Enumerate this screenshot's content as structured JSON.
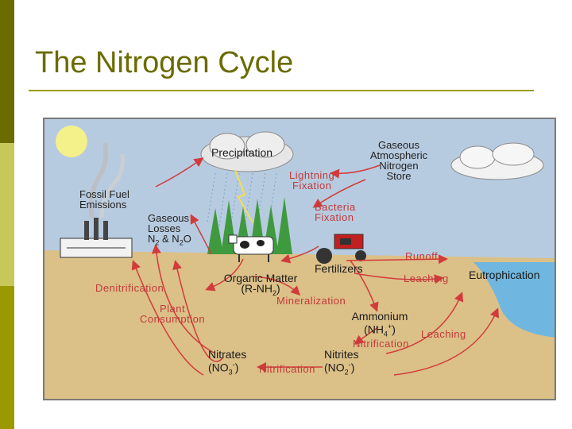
{
  "slide": {
    "title": "The Nitrogen Cycle"
  },
  "diagram": {
    "labels": {
      "precipitation": "Precipitation",
      "gaseous_store_1": "Gaseous",
      "gaseous_store_2": "Atmospheric",
      "gaseous_store_3": "Nitrogen",
      "gaseous_store_4": "Store",
      "lightning_1": "Lightning",
      "lightning_2": "Fixation",
      "bacteria_1": "Bacteria",
      "bacteria_2": "Fixation",
      "fossil_1": "Fossil Fuel",
      "fossil_2": "Emissions",
      "gaseous_losses_1": "Gaseous",
      "gaseous_losses_2": "Losses",
      "gaseous_losses_3a": "N",
      "gaseous_losses_3sub": "2",
      "gaseous_losses_3b": " & N",
      "gaseous_losses_3sub2": "2",
      "gaseous_losses_3c": "O",
      "runoff": "Runoff",
      "fertilizers": "Fertilizers",
      "leaching_1": "Leaching",
      "eutrophication": "Eutrophication",
      "denitrification": "Denitrification",
      "organic_1": "Organic Matter",
      "organic_2a": "(R-NH",
      "organic_2sub": "2",
      "organic_2b": ")",
      "mineralization": "Mineralization",
      "plant_1": "Plant",
      "plant_2": "Consumption",
      "ammonium_1": "Ammonium",
      "ammonium_2a": "(NH",
      "ammonium_2sub": "4",
      "ammonium_2sup": "+",
      "ammonium_2b": ")",
      "nitrification_1": "Nitrification",
      "leaching_2": "Leaching",
      "nitrates_1": "Nitrates",
      "nitrates_2a": "(NO",
      "nitrates_2sub": "3",
      "nitrates_2sup": "-",
      "nitrates_2b": ")",
      "nitrification_2": "Nitrification",
      "nitrites_1": "Nitrites",
      "nitrites_2a": "(NO",
      "nitrites_2sub": "2",
      "nitrites_2sup": "-",
      "nitrites_2b": ")"
    },
    "colors": {
      "sky": "#b7cbe0",
      "soil": "#dbc088",
      "water": "#6fb7e0",
      "arrow": "#d23b3b",
      "sun": "#f4f08a",
      "tree": "#3f9a3f",
      "tractor": "#c21f1f"
    }
  }
}
